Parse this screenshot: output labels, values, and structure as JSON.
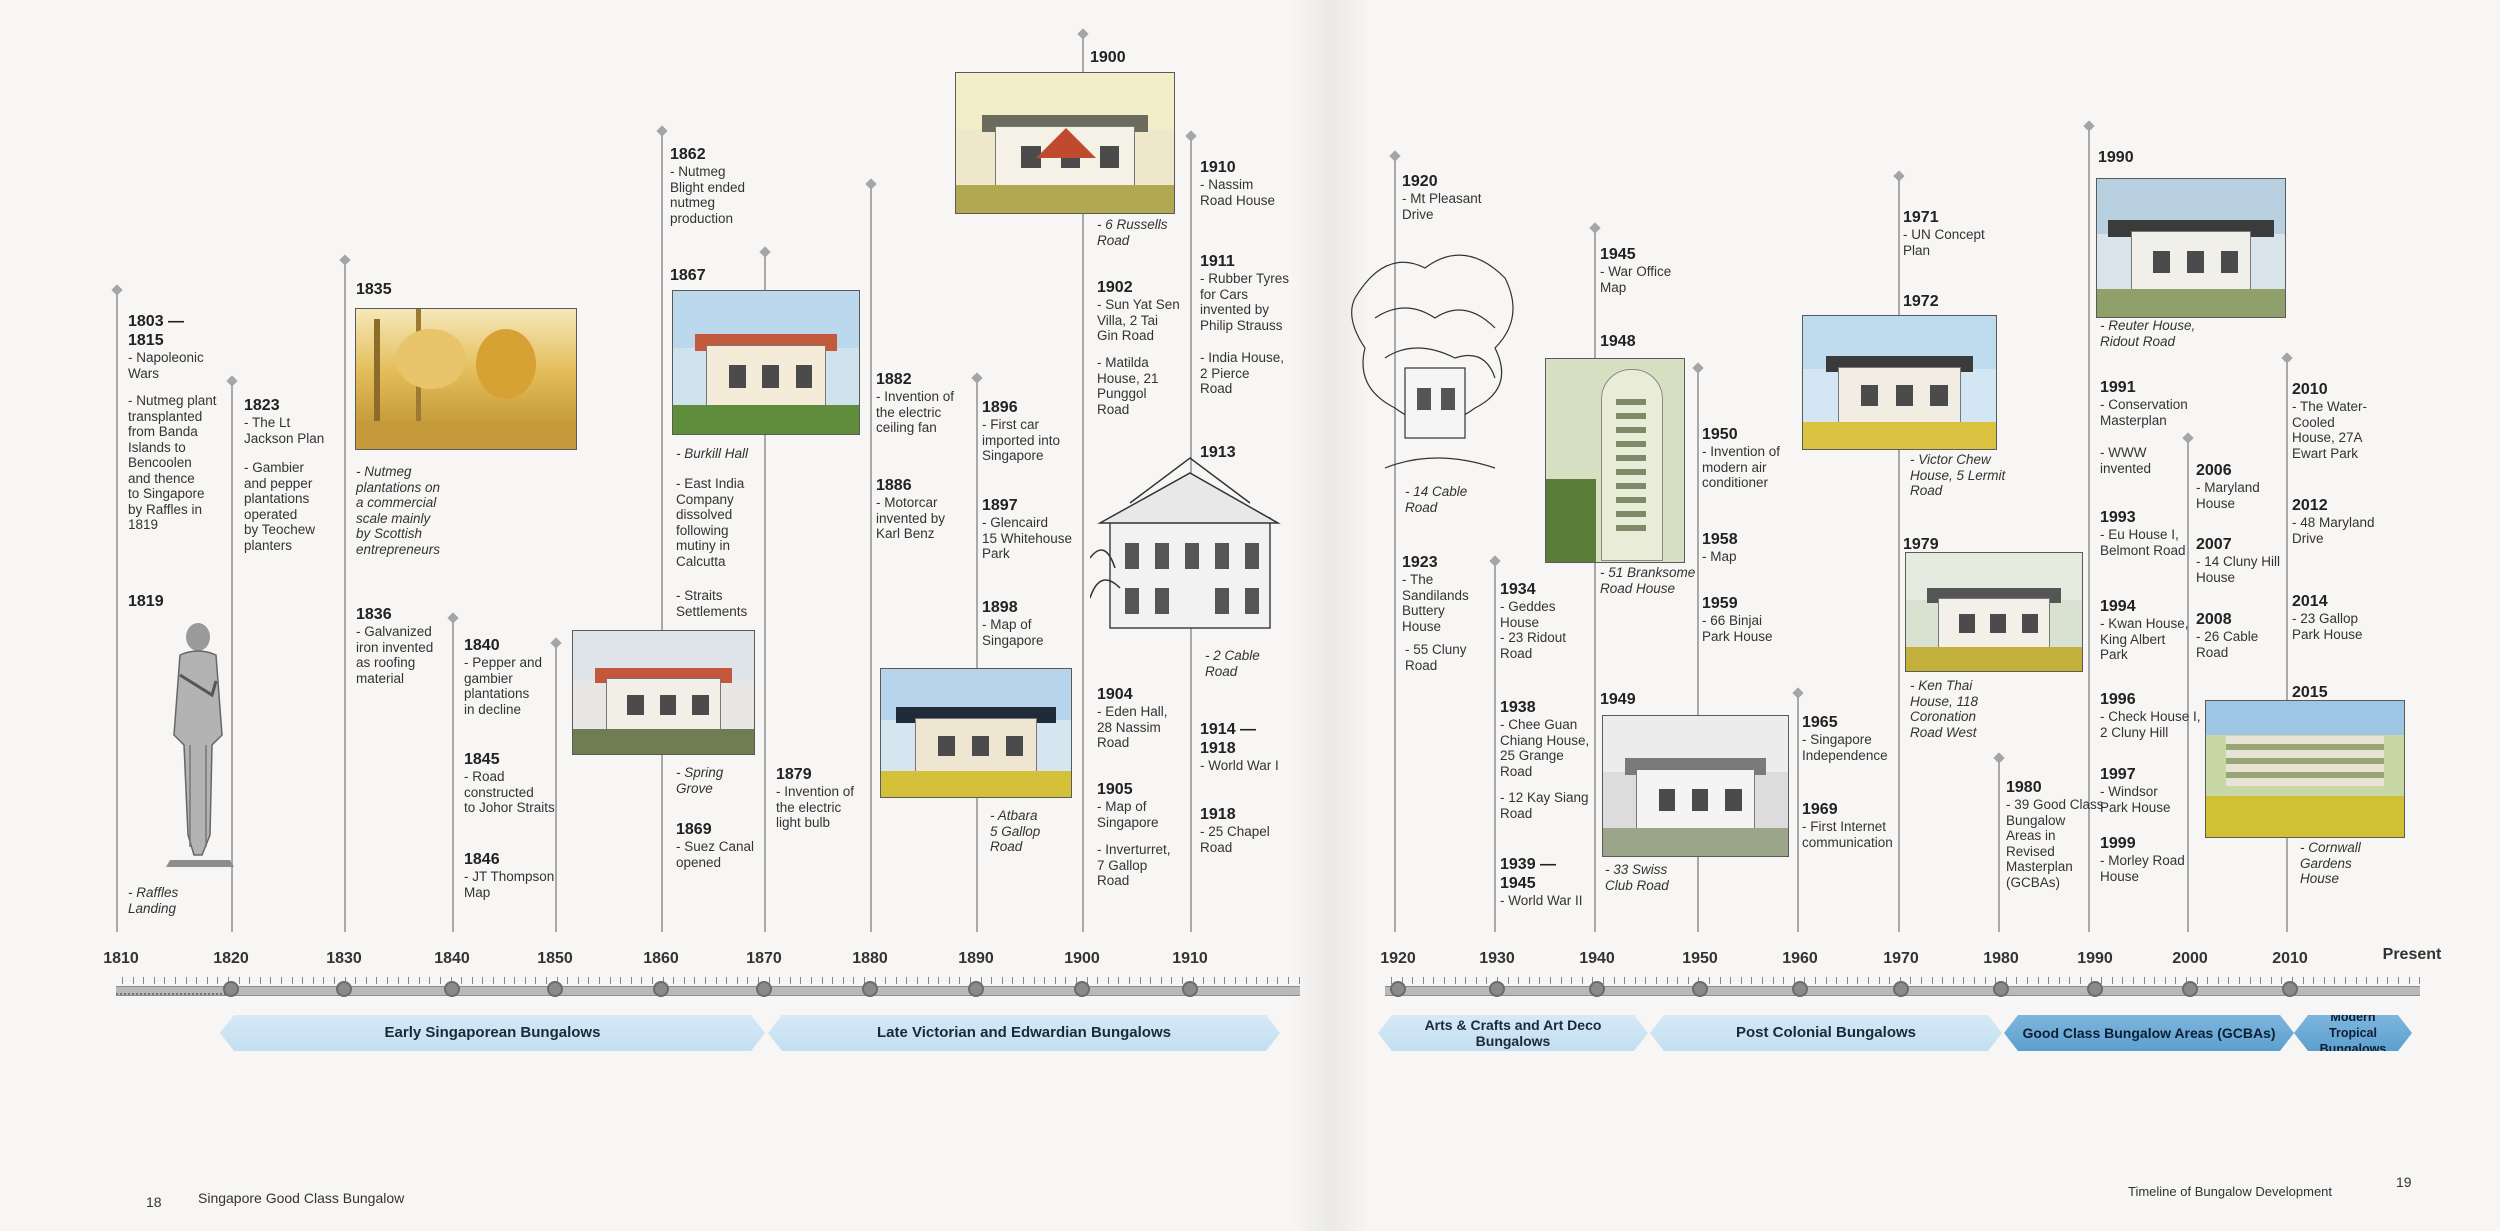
{
  "page": {
    "left_number": "18",
    "left_title": "Singapore Good Class Bungalow",
    "right_title": "Timeline of Bungalow Development",
    "right_number": "19"
  },
  "axis": {
    "labels_left": [
      "1810",
      "1820",
      "1830",
      "1840",
      "1850",
      "1860",
      "1870",
      "1880",
      "1890",
      "1900",
      "1910"
    ],
    "labels_right": [
      "1920",
      "1930",
      "1940",
      "1950",
      "1960",
      "1970",
      "1980",
      "1990",
      "2000",
      "2010"
    ],
    "present": "Present"
  },
  "bands": [
    {
      "label": "Early Singaporean Bungalows"
    },
    {
      "label": "Late Victorian and Edwardian Bungalows"
    },
    {
      "label": "Arts & Crafts and Art Deco Bungalows"
    },
    {
      "label": "Post Colonial Bungalows"
    },
    {
      "label": "Good Class Bungalow Areas (GCBAs)"
    },
    {
      "label": "Modern Tropical Bungalows"
    }
  ],
  "events": {
    "e1803": {
      "year": "1803 —\n1815",
      "lines": [
        "- Napoleonic",
        "Wars"
      ]
    },
    "e1803b": {
      "lines": [
        "- Nutmeg plant",
        "transplanted",
        "from Banda",
        "Islands to",
        "Bencoolen",
        "and thence",
        "to Singapore",
        "by Raffles in",
        "1819"
      ]
    },
    "e1819": {
      "year": "1819"
    },
    "raffles": {
      "lines": [
        "- Raffles",
        "Landing"
      ]
    },
    "e1823": {
      "year": "1823",
      "lines": [
        "- The Lt",
        "Jackson Plan"
      ]
    },
    "e1823b": {
      "lines": [
        "- Gambier",
        "and pepper",
        "plantations",
        "operated",
        "by Teochew",
        "planters"
      ]
    },
    "e1835": {
      "year": "1835"
    },
    "nutmeg": {
      "lines": [
        "- Nutmeg",
        "plantations on",
        "a commercial",
        "scale mainly",
        "by Scottish",
        "entrepreneurs"
      ]
    },
    "e1836": {
      "year": "1836",
      "lines": [
        "- Galvanized",
        "iron invented",
        "as roofing",
        "material"
      ]
    },
    "e1840": {
      "year": "1840",
      "lines": [
        "- Pepper and",
        "gambier",
        "plantations",
        "in decline"
      ]
    },
    "e1845": {
      "year": "1845",
      "lines": [
        "- Road",
        "constructed",
        "to Johor Straits"
      ]
    },
    "e1846": {
      "year": "1846",
      "lines": [
        "- JT Thompson",
        "Map"
      ]
    },
    "spring": {
      "lines": [
        "- Spring",
        "Grove"
      ]
    },
    "e1862": {
      "year": "1862",
      "lines": [
        "- Nutmeg",
        "Blight ended",
        "nutmeg",
        "production"
      ]
    },
    "e1867": {
      "year": "1867"
    },
    "burkill": {
      "lines": [
        "- Burkill Hall"
      ]
    },
    "eic": {
      "lines": [
        "- East India",
        "Company",
        "dissolved",
        "following",
        "mutiny in",
        "Calcutta"
      ]
    },
    "straits": {
      "lines": [
        "- Straits",
        "Settlements"
      ]
    },
    "e1869": {
      "year": "1869",
      "lines": [
        "- Suez Canal",
        "opened"
      ]
    },
    "e1879": {
      "year": "1879",
      "lines": [
        "- Invention of",
        "the electric",
        "light bulb"
      ]
    },
    "e1882": {
      "year": "1882",
      "lines": [
        "- Invention of",
        "the electric",
        "ceiling fan"
      ]
    },
    "e1886": {
      "year": "1886",
      "lines": [
        "- Motorcar",
        "invented by",
        "Karl Benz"
      ]
    },
    "atbara": {
      "lines": [
        "- Atbara",
        "5 Gallop",
        "Road"
      ]
    },
    "e1896": {
      "year": "1896",
      "lines": [
        "- First car",
        "imported into",
        "Singapore"
      ]
    },
    "e1897": {
      "year": "1897",
      "lines": [
        "- Glencaird",
        "15 Whitehouse",
        "Park"
      ]
    },
    "e1898": {
      "year": "1898",
      "lines": [
        "- Map of",
        "Singapore"
      ]
    },
    "e1900": {
      "year": "1900"
    },
    "russells": {
      "lines": [
        "- 6 Russells",
        "Road"
      ]
    },
    "e1902": {
      "year": "1902",
      "lines": [
        "- Sun Yat Sen",
        "Villa, 2 Tai",
        "Gin Road"
      ]
    },
    "matilda": {
      "lines": [
        "- Matilda",
        "House, 21",
        "Punggol",
        "Road"
      ]
    },
    "e1904": {
      "year": "1904",
      "lines": [
        "- Eden Hall,",
        "28 Nassim",
        "Road"
      ]
    },
    "e1905": {
      "year": "1905",
      "lines": [
        "- Map of",
        "Singapore"
      ]
    },
    "inverturret": {
      "lines": [
        "- Inverturret,",
        "7 Gallop",
        "Road"
      ]
    },
    "e1910": {
      "year": "1910",
      "lines": [
        "- Nassim",
        "Road House"
      ]
    },
    "e1911": {
      "year": "1911",
      "lines": [
        "- Rubber Tyres",
        "for Cars",
        "invented by",
        "Philip Strauss"
      ]
    },
    "india": {
      "lines": [
        "- India House,",
        "2 Pierce",
        "Road"
      ]
    },
    "e1913": {
      "year": "1913"
    },
    "cable2": {
      "lines": [
        "- 2 Cable",
        "Road"
      ]
    },
    "e1914": {
      "year": "1914 —\n1918",
      "lines": [
        "- World War I"
      ]
    },
    "e1918": {
      "year": "1918",
      "lines": [
        "- 25 Chapel",
        "Road"
      ]
    },
    "e1920": {
      "year": "1920",
      "lines": [
        "- Mt Pleasant",
        "Drive"
      ]
    },
    "cable14": {
      "lines": [
        "- 14 Cable",
        "Road"
      ]
    },
    "e1923": {
      "year": "1923",
      "lines": [
        "- The",
        "Sandilands",
        "Buttery",
        "House"
      ]
    },
    "cluny55": {
      "lines": [
        "- 55 Cluny",
        "Road"
      ]
    },
    "e1934": {
      "year": "1934",
      "lines": [
        "- Geddes",
        "House",
        "- 23 Ridout",
        "Road"
      ]
    },
    "e1938": {
      "year": "1938",
      "lines": [
        "- Chee Guan",
        "Chiang House,",
        "25 Grange",
        "Road"
      ]
    },
    "kaysiang": {
      "lines": [
        "- 12 Kay Siang",
        "Road"
      ]
    },
    "e1939": {
      "year": "1939 —\n1945",
      "lines": [
        "- World War II"
      ]
    },
    "e1945": {
      "year": "1945",
      "lines": [
        "- War Office",
        "Map"
      ]
    },
    "e1948": {
      "year": "1948"
    },
    "branksome": {
      "lines": [
        "- 51 Branksome",
        "Road House"
      ]
    },
    "e1949": {
      "year": "1949"
    },
    "swiss": {
      "lines": [
        "- 33 Swiss",
        "Club Road"
      ]
    },
    "e1950": {
      "year": "1950",
      "lines": [
        "- Invention of",
        "modern air",
        "conditioner"
      ]
    },
    "e1958": {
      "year": "1958",
      "lines": [
        "- Map"
      ]
    },
    "e1959": {
      "year": "1959",
      "lines": [
        "- 66 Binjai",
        "Park House"
      ]
    },
    "e1965": {
      "year": "1965",
      "lines": [
        "- Singapore",
        "Independence"
      ]
    },
    "e1969": {
      "year": "1969",
      "lines": [
        "- First Internet",
        "communication"
      ]
    },
    "e1971": {
      "year": "1971",
      "lines": [
        "- UN Concept",
        "Plan"
      ]
    },
    "e1972": {
      "year": "1972"
    },
    "victor": {
      "lines": [
        "- Victor Chew",
        "House, 5 Lermit",
        "Road"
      ]
    },
    "e1979": {
      "year": "1979"
    },
    "kenthai": {
      "lines": [
        "- Ken Thai",
        "House, 118",
        "Coronation",
        "Road West"
      ]
    },
    "e1980": {
      "year": "1980",
      "lines": [
        "- 39 Good Class",
        "Bungalow",
        "Areas in",
        "Revised",
        "Masterplan",
        "(GCBAs)"
      ]
    },
    "e1990": {
      "year": "1990"
    },
    "reuter": {
      "lines": [
        "- Reuter House,",
        "Ridout Road"
      ]
    },
    "e1991": {
      "year": "1991",
      "lines": [
        "- Conservation",
        "Masterplan"
      ]
    },
    "www": {
      "lines": [
        "- WWW",
        "invented"
      ]
    },
    "e1993": {
      "year": "1993",
      "lines": [
        "- Eu House I,",
        "Belmont Road"
      ]
    },
    "e1994": {
      "year": "1994",
      "lines": [
        "- Kwan House,",
        "King Albert",
        "Park"
      ]
    },
    "e1996": {
      "year": "1996",
      "lines": [
        "- Check House I,",
        "2 Cluny Hill"
      ]
    },
    "e1997": {
      "year": "1997",
      "lines": [
        "- Windsor",
        "Park House"
      ]
    },
    "e1999": {
      "year": "1999",
      "lines": [
        "- Morley Road",
        "House"
      ]
    },
    "e2006": {
      "year": "2006",
      "lines": [
        "- Maryland",
        "House"
      ]
    },
    "e2007": {
      "year": "2007",
      "lines": [
        "- 14 Cluny Hill",
        "House"
      ]
    },
    "e2008": {
      "year": "2008",
      "lines": [
        "- 26 Cable",
        "Road"
      ]
    },
    "e2010": {
      "year": "2010",
      "lines": [
        "- The Water-",
        "Cooled",
        "House, 27A",
        "Ewart Park"
      ]
    },
    "e2012": {
      "year": "2012",
      "lines": [
        "- 48 Maryland",
        "Drive"
      ]
    },
    "e2014": {
      "year": "2014",
      "lines": [
        "- 23 Gallop",
        "Park House"
      ]
    },
    "e2015": {
      "year": "2015"
    },
    "cornwall": {
      "lines": [
        "- Cornwall",
        "Gardens",
        "House"
      ]
    }
  }
}
